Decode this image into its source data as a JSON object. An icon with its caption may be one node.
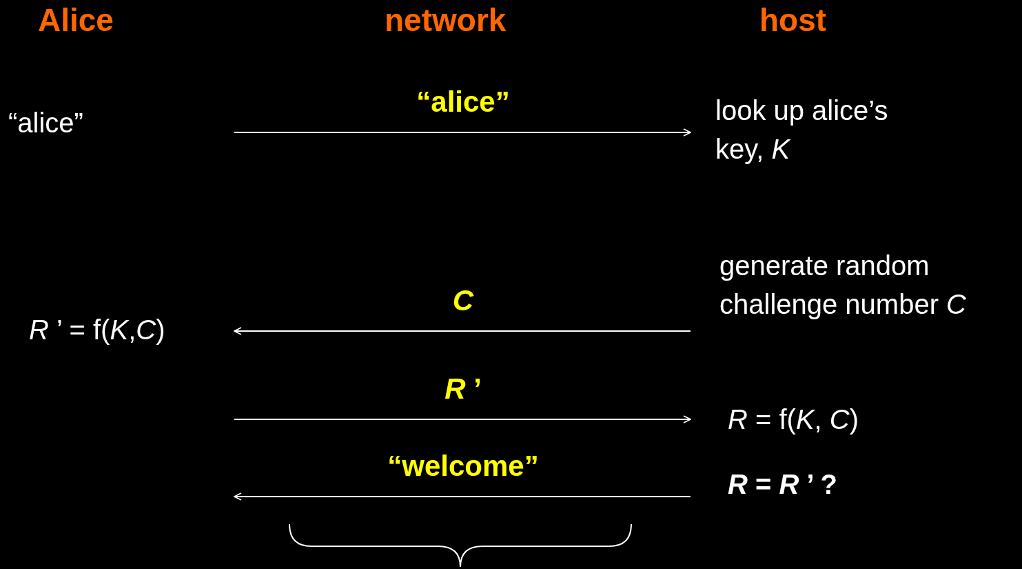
{
  "diagram": {
    "nodes": [
      {
        "text": [
          "“alice”"
        ]
      },
      {
        "text": [
          "look up alice’s key, *K*"
        ]
      },
      {
        "text": [
          "generate random challenge number *C*"
        ]
      },
      {
        "text": [
          "*R* ’ = f(*K*,*C*)"
        ]
      },
      {
        "text": [
          "*R* = f(*K*, *C*)"
        ]
      },
      {
        "text": [
          "*R* = *R* ’ ?"
        ]
      }
    ],
    "edges": [
      {
        "from": null,
        "to": 1,
        "arrow": "to",
        "label": "“alice”"
      },
      {
        "from": 2,
        "to": 3,
        "arrow": "to",
        "label": "*C*"
      },
      {
        "from": null,
        "to": 4,
        "arrow": "to",
        "label": "*R* ’"
      },
      {
        "from": 5,
        "to": null,
        "arrow": "to",
        "label": "“welcome”"
      }
    ],
    "labels": [
      "Alice",
      "network",
      "host"
    ]
  }
}
